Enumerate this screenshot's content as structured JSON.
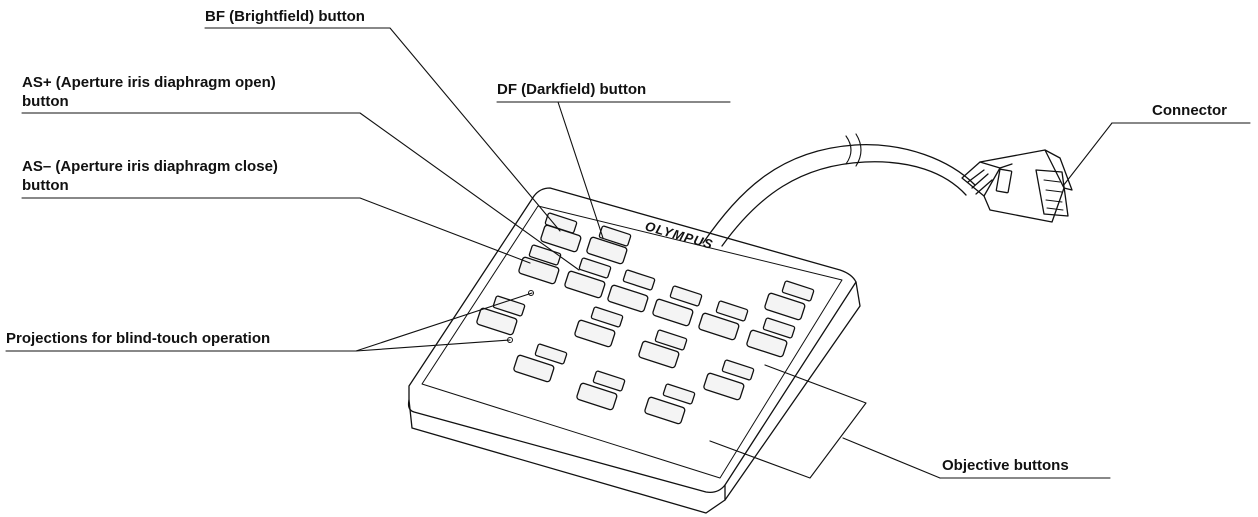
{
  "labels": {
    "bf": "BF (Brightfield) button",
    "as_plus_line1": "AS+ (Aperture iris diaphragm open)",
    "as_plus_line2": "button",
    "df": "DF (Darkfield) button",
    "as_minus_line1": "AS– (Aperture iris diaphragm close)",
    "as_minus_line2": "button",
    "projections": "Projections for blind-touch operation",
    "connector": "Connector",
    "objective": "Objective buttons"
  },
  "brand": "OLYMPUS",
  "colors": {
    "ink": "#111111",
    "paper": "#ffffff",
    "button_fill": "#f4f4f4"
  }
}
